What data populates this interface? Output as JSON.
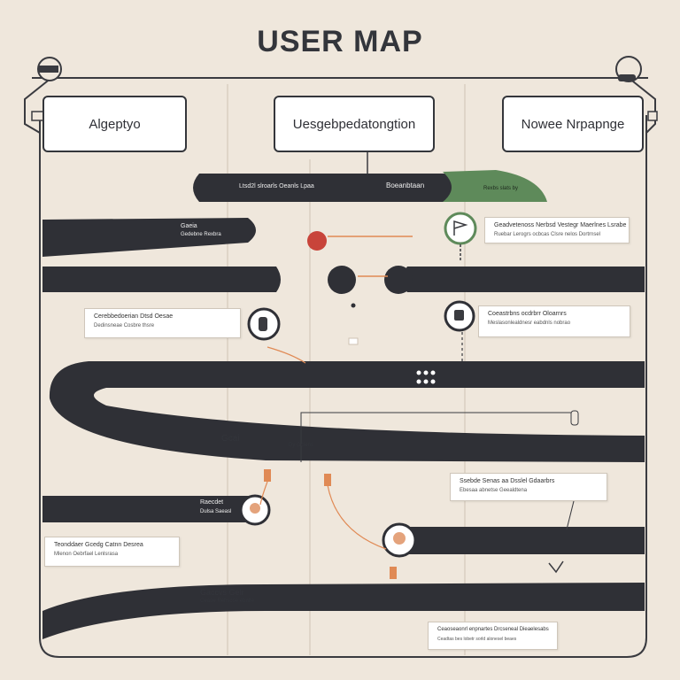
{
  "title": "USER MAP",
  "stages": [
    {
      "label": "Algeptyo"
    },
    {
      "label": "Uesgebpedatongtion"
    },
    {
      "label": "Nowee Nrpapnge"
    }
  ],
  "track_labels": {
    "top_band_1": "Ltsd2l slroarls Oeanls Lpaa",
    "top_band_2": "Boeanbtaan",
    "green_tab": "Rexbs slats by",
    "band_left_1": "Gaeia",
    "band_left_1_sub": "Gedebne Rexbra",
    "mid_band": "Gcai",
    "mid_band_sub": "Dy Gctens",
    "lower_left_band": "Raecdet",
    "lower_left_band_sub": "Dulsa Saeasl",
    "bottom_band": "Gaccvs Gelr",
    "bottom_band_sub": "Ceaoe Rehscoe ebnlfe"
  },
  "cards": [
    {
      "line1": "Geadvetenoss Nerbsd Vestegr Maerlnes Lsrabe",
      "line2": "Ruebar Lerogrs ocbcas Clsre nelos Dortrnsel"
    },
    {
      "line1": "Cerebbedoerian Dtsd Oesae",
      "line2": "Dedinsneae Cosbre thsre"
    },
    {
      "line1": "Coeastrbns ocdrbrr Oloarnrs",
      "line2": "Meslasonlealdnesr eabdnls nobrao"
    },
    {
      "line1": "Ssebde Senas aa Dsslel Gdaarbrs",
      "line2": "Ebesaa abnetse Geealdtena"
    },
    {
      "line1": "Teonddaer Gcedg Catnn Desrea",
      "line2": "Mlenon Oebrfael Lenlsrasa"
    },
    {
      "line1": "Ceaoseaonrl enpnartes Drcseneal Dieaelesabs",
      "line2": "Ceadtas bes lobetr sorld alonesel beaes"
    }
  ],
  "colors": {
    "background": "#efe7dc",
    "track": "#2f3036",
    "accent_green": "#5e8a5a",
    "accent_red": "#c8443a",
    "accent_orange": "#e08a55"
  },
  "icons": [
    "hook-icon-left",
    "hook-icon-right",
    "flag-icon",
    "dice-icon",
    "person-icon",
    "phone-icon",
    "face-icon",
    "chat-icon"
  ]
}
